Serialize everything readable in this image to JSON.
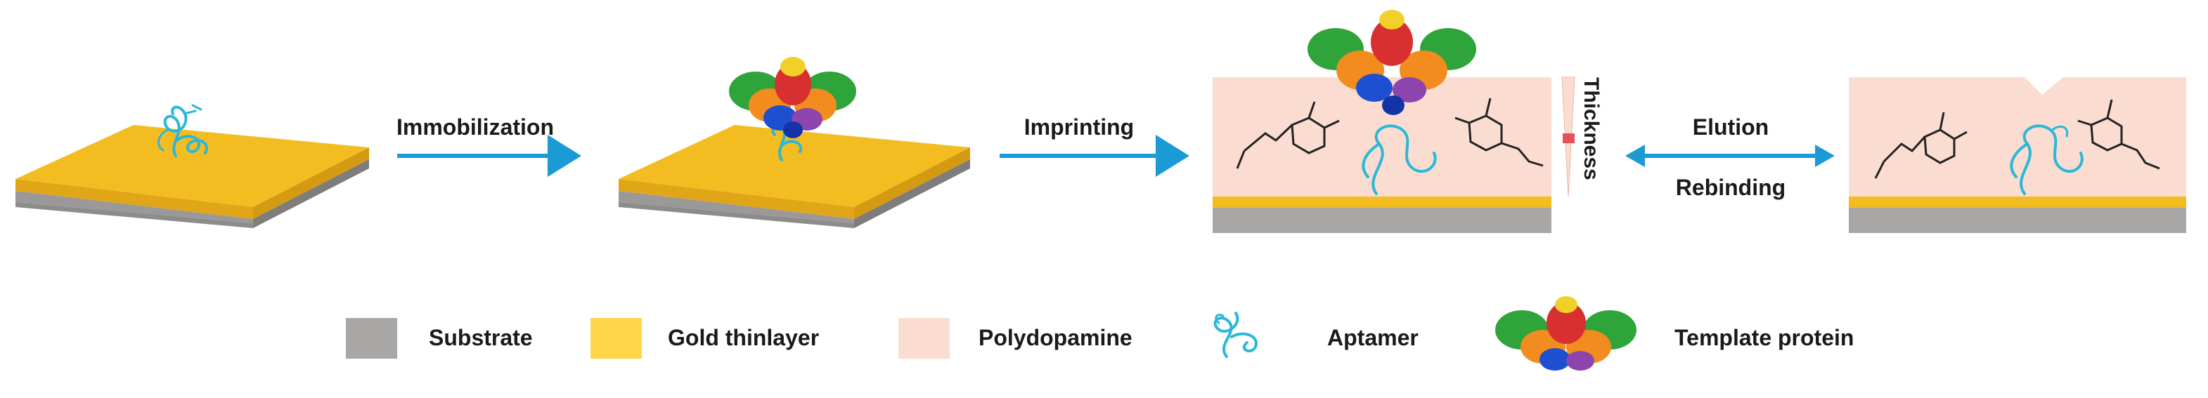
{
  "steps": {
    "immobilization": "Immobilization",
    "imprinting": "Imprinting",
    "thickness": "Thickness",
    "elution": "Elution",
    "rebinding": "Rebinding"
  },
  "legend": {
    "substrate": "Substrate",
    "gold": "Gold thinlayer",
    "polydopamine": "Polydopamine",
    "aptamer": "Aptamer",
    "template": "Template protein"
  },
  "colors": {
    "substrate": "#a9a6a6",
    "substrate_side": "#8e8b8b",
    "gold": "#f3bd22",
    "gold_side": "#e0a617",
    "gold_legend": "#ffd54a",
    "polydopamine": "#fbdcd1",
    "aptamer": "#2bb8d8",
    "arrow": "#1b9ad6",
    "thickness_marker": "#e8505b"
  },
  "icons": {
    "aptamer": "aptamer-icon",
    "template": "template-protein-icon"
  }
}
